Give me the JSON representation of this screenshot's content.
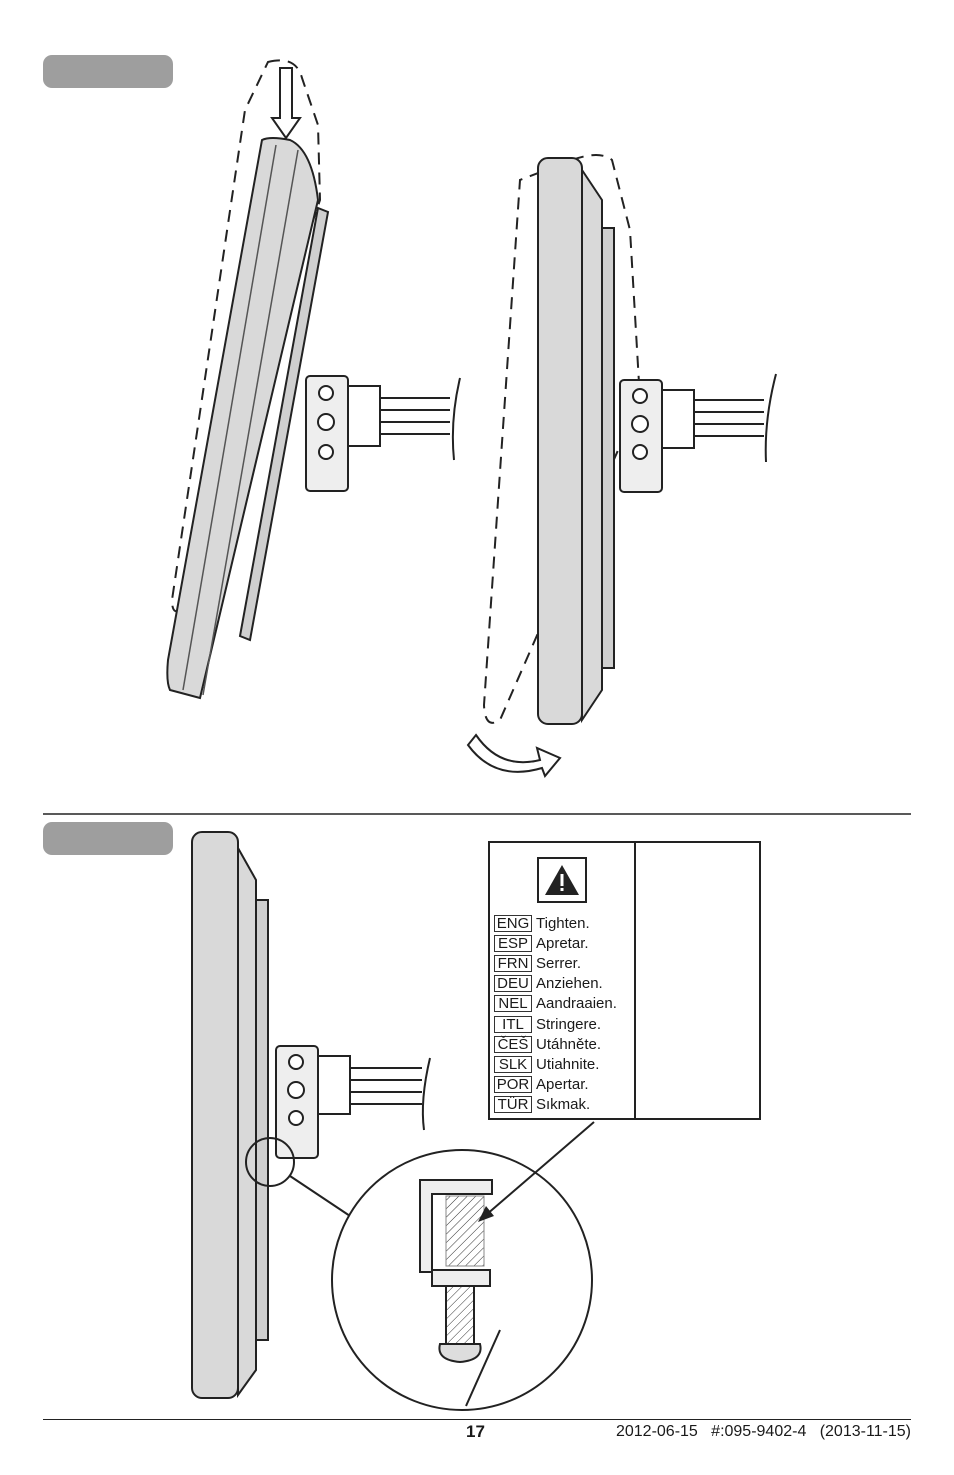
{
  "step_badges": [
    "",
    ""
  ],
  "warning": {
    "icon": "warning-triangle-icon",
    "languages": [
      {
        "code": "ENG",
        "text": "Tighten."
      },
      {
        "code": "ESP",
        "text": "Apretar."
      },
      {
        "code": "FRN",
        "text": "Serrer."
      },
      {
        "code": "DEU",
        "text": "Anziehen."
      },
      {
        "code": "NEL",
        "text": "Aandraaien."
      },
      {
        "code": "ITL",
        "text": "Stringere."
      },
      {
        "code": "ČEŠ",
        "text": "Utáhněte."
      },
      {
        "code": "SLK",
        "text": "Utiahnite."
      },
      {
        "code": "POR",
        "text": "Apertar."
      },
      {
        "code": "TÜR",
        "text": "Sıkmak."
      }
    ],
    "prohibition_icon": "no-power-screwdriver-icon"
  },
  "footer": {
    "page_number": "17",
    "info": "2012-06-15   #:095-9402-4   (2013-11-15)"
  }
}
